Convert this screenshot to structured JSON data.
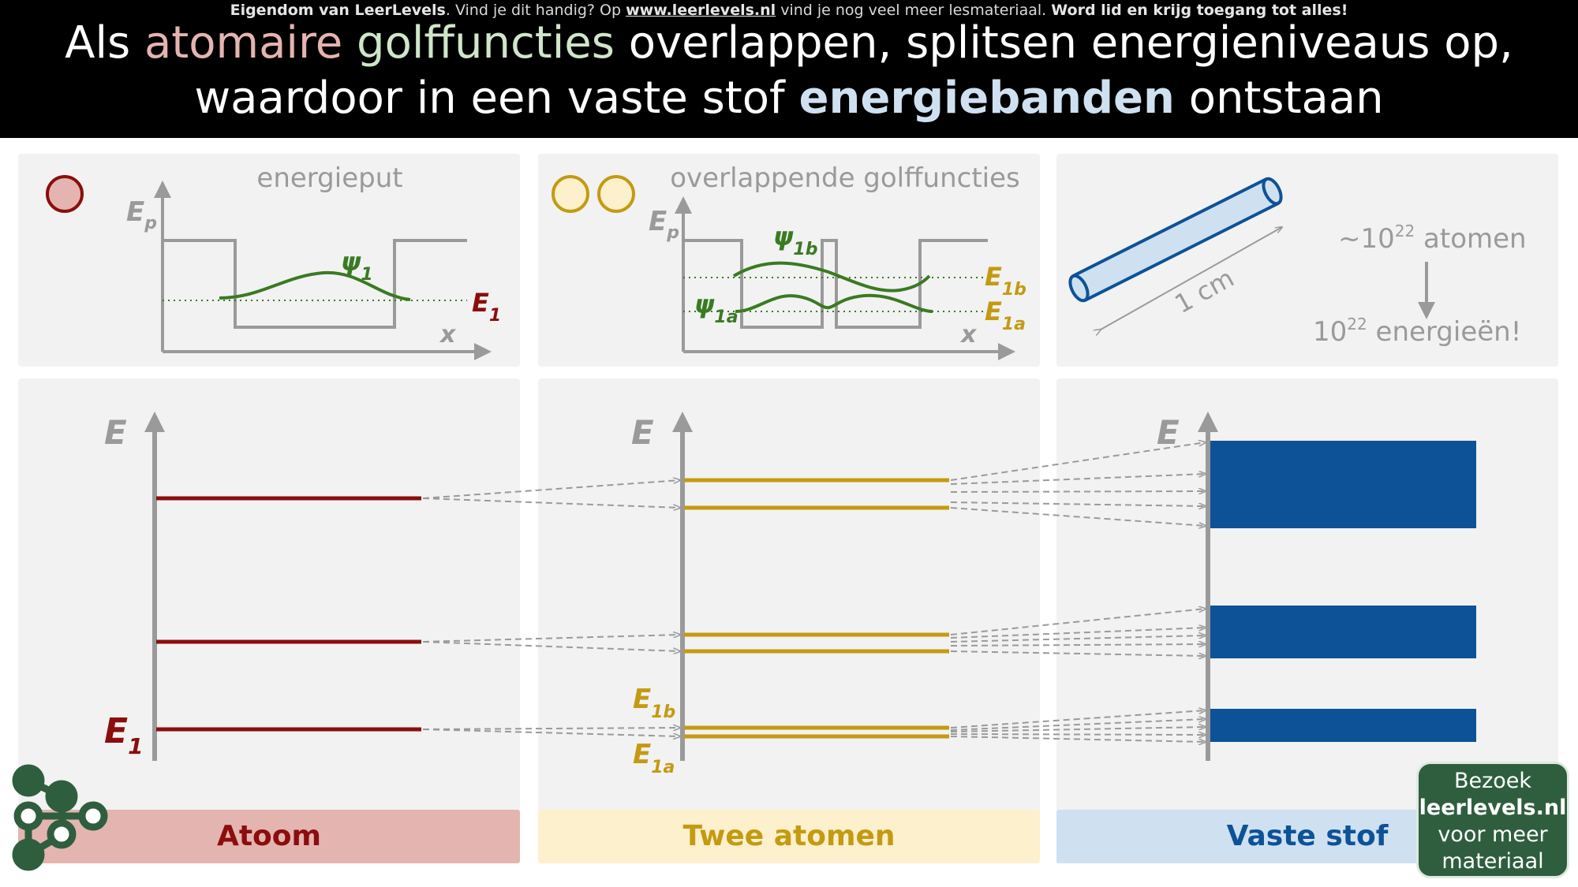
{
  "header": {
    "credit_owner_prefix": "Eigendom van LeerLevels",
    "credit_mid": ". Vind je dit handig? Op ",
    "credit_url": "www.leerlevels.nl",
    "credit_after": " vind je nog veel meer lesmateriaal. ",
    "credit_cta": "Word lid en krijg toegang tot alles!",
    "title_part1": "Als ",
    "title_atomaire": "atomaire",
    "title_space": " ",
    "title_golffuncties": "golffuncties",
    "title_part2": " overlappen, splitsen energieniveaus op,",
    "title_line2_part1": "waardoor in een vaste stof ",
    "title_energiebanden": "energiebanden",
    "title_line2_part2": " ontstaan"
  },
  "colors": {
    "atom": "#8b0d0d",
    "atom_fill": "#e4b4b0",
    "two_atoms": "#c49a12",
    "two_atoms_fill": "#fdf0cc",
    "solid": "#0d5296",
    "solid_fill": "#cfe0f1",
    "wavefunction": "#3a7a23",
    "panel": "#f2f2f2",
    "axis": "#9a9a9a"
  },
  "top_panels": {
    "well": {
      "title": "energieput",
      "y_axis_label": "E",
      "y_axis_sub": "p",
      "x_axis_label": "x",
      "psi_label": "ψ",
      "psi_sub": "1",
      "energy_label": "E",
      "energy_sub": "1",
      "icon": "red-circle-icon"
    },
    "double_well": {
      "title": "overlappende golffuncties",
      "y_axis_label": "E",
      "y_axis_sub": "p",
      "x_axis_label": "x",
      "psi_b_label": "ψ",
      "psi_b_sub": "1b",
      "psi_a_label": "ψ",
      "psi_a_sub": "1a",
      "energy_b_label": "E",
      "energy_b_sub": "1b",
      "energy_a_label": "E",
      "energy_a_sub": "1a",
      "icon": "two-yellow-circles-icon"
    },
    "solid": {
      "rod_length": "1 cm",
      "atoms_prefix": "~10",
      "atoms_exp": "22",
      "atoms_suffix": " atomen",
      "energies_prefix": "10",
      "energies_exp": "22",
      "energies_suffix": " energieën!",
      "icon": "blue-rod-icon"
    }
  },
  "bottom_panels": {
    "atom": {
      "axis_label": "E",
      "level_label": "E",
      "level_sub": "1",
      "caption": "Atoom"
    },
    "two_atoms": {
      "axis_label": "E",
      "level_b_label": "E",
      "level_b_sub": "1b",
      "level_a_label": "E",
      "level_a_sub": "1a",
      "caption": "Twee atomen"
    },
    "solid": {
      "axis_label": "E",
      "caption": "Vaste stof"
    }
  },
  "badge": {
    "line1": "Bezoek",
    "line2": "leerlevels.nl",
    "line3": "voor meer",
    "line4": "materiaal"
  }
}
